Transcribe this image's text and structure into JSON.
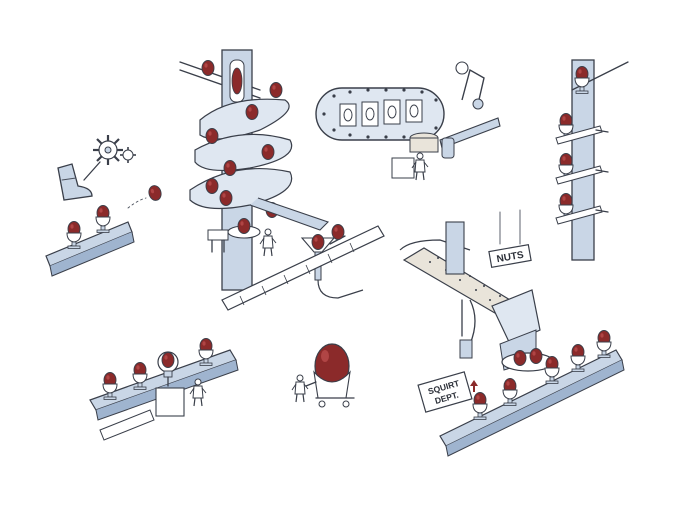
{
  "palette": {
    "ink": "#3a3f4a",
    "metal": "#c9d6e6",
    "metal_shade": "#9fb4cf",
    "egg": "#8b2a2a",
    "egg_highlight": "#b04545",
    "paper": "#ffffff",
    "wood": "#e9e4da"
  },
  "signs": {
    "nuts": "NUTS",
    "squirt_line1": "SQUIRT",
    "squirt_line2": "DEPT."
  },
  "icons": [
    "boot-icon",
    "cog-icon",
    "egg-icon",
    "arrow-up-icon"
  ]
}
